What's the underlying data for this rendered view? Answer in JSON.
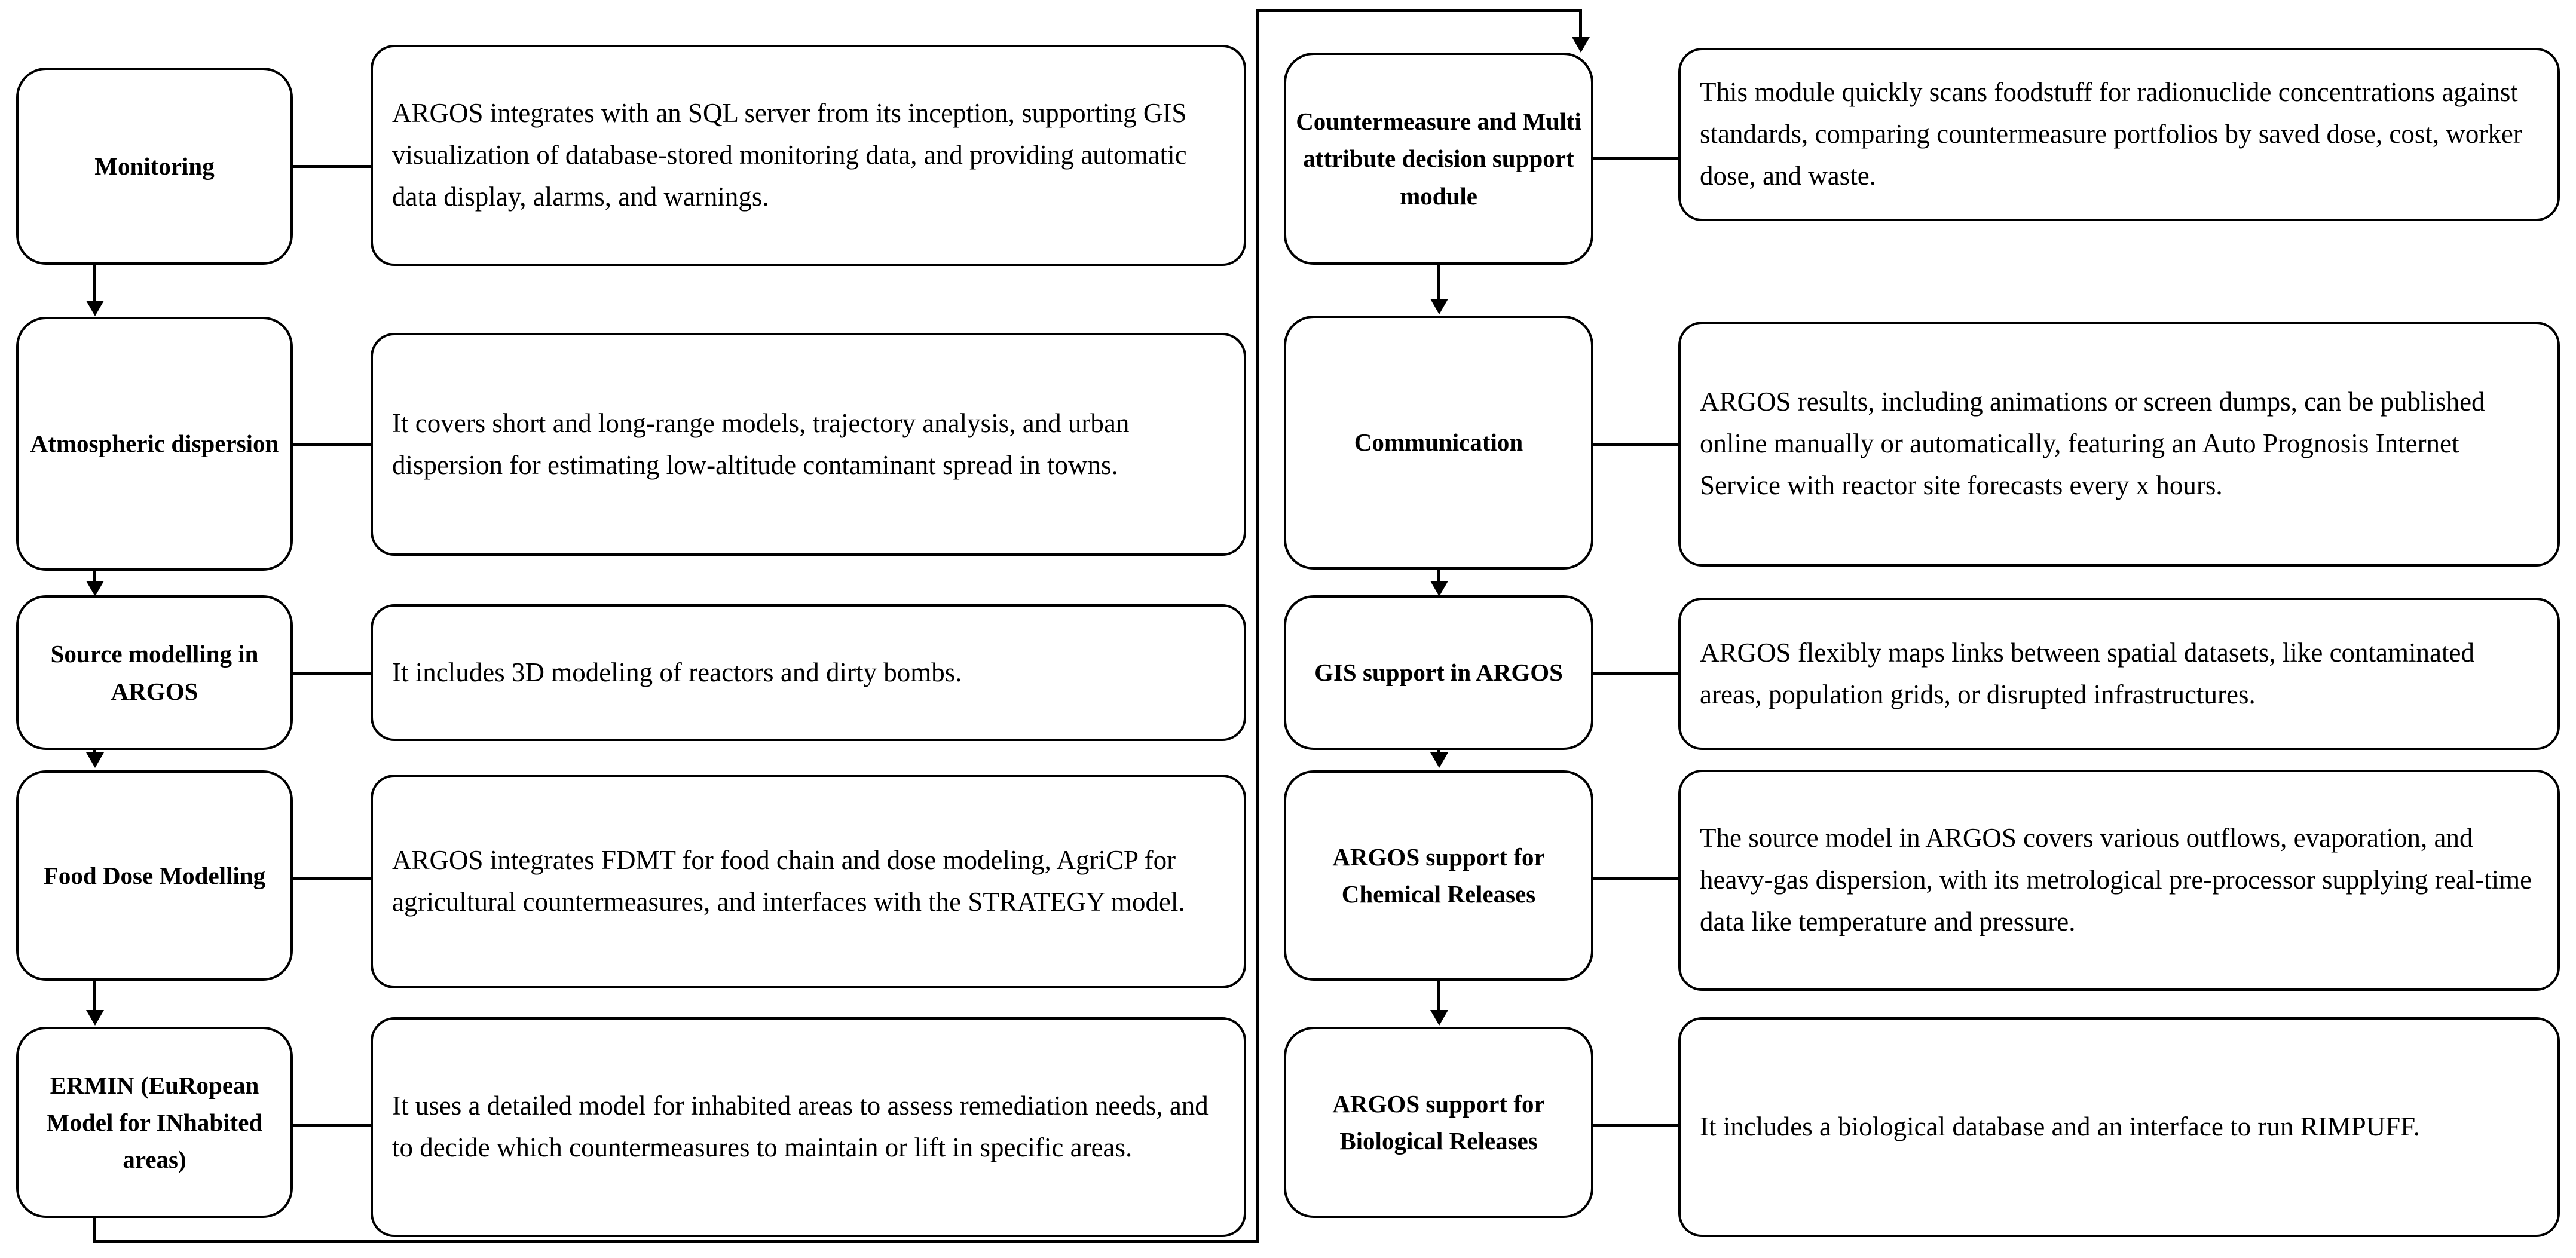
{
  "diagram": {
    "title": "ARGOS modules overview flow diagram",
    "type": "flowchart",
    "accent_color": "#000000",
    "background_color": "#ffffff",
    "left_column": [
      {
        "id": "monitoring",
        "label": "Monitoring",
        "description": "ARGOS integrates with an SQL server from its inception, supporting GIS visualization of database-stored monitoring data, and providing automatic data display, alarms, and warnings."
      },
      {
        "id": "atmospheric-dispersion",
        "label": "Atmospheric dispersion",
        "description": "It covers short and long-range models, trajectory analysis, and urban dispersion for estimating low-altitude contaminant spread in towns."
      },
      {
        "id": "source-modelling-in-argos",
        "label": "Source modelling in ARGOS",
        "description": "It includes 3D modeling of reactors and dirty bombs."
      },
      {
        "id": "food-dose-modelling",
        "label": "Food Dose Modelling",
        "description": "ARGOS integrates FDMT for food chain and dose modeling, AgriCP for agricultural countermeasures, and interfaces with the STRATEGY model."
      },
      {
        "id": "ermin",
        "label": "ERMIN (EuRopean Model for INhabited areas)",
        "description": "It uses a detailed model for inhabited areas to assess remediation needs, and to decide which countermeasures to maintain or lift in specific areas."
      }
    ],
    "right_column": [
      {
        "id": "countermeasure-and-multi-attribute-decision-support-module",
        "label": "Countermeasure and Multi attribute decision support module",
        "description": "This module quickly scans foodstuff for radionuclide concentrations against standards, comparing countermeasure portfolios by saved dose, cost, worker dose, and waste."
      },
      {
        "id": "communication",
        "label": "Communication",
        "description": "ARGOS results, including animations or screen dumps, can be published online manually or automatically, featuring an Auto Prognosis Internet Service with reactor site forecasts every x hours."
      },
      {
        "id": "gis-support-in-argos",
        "label": "GIS support in ARGOS",
        "description": "ARGOS flexibly maps links between spatial datasets, like contaminated areas, population grids, or disrupted infrastructures."
      },
      {
        "id": "argos-support-for-chemical-releases",
        "label": "ARGOS support for Chemical Releases",
        "description": "The source model in ARGOS covers various outflows, evaporation, and heavy-gas dispersion, with its metrological pre-processor supplying real-time data like temperature and pressure."
      },
      {
        "id": "argos-support-for-biological-releases",
        "label": "ARGOS support for Biological Releases",
        "description": "It includes a biological database and an interface to run RIMPUFF."
      }
    ]
  }
}
